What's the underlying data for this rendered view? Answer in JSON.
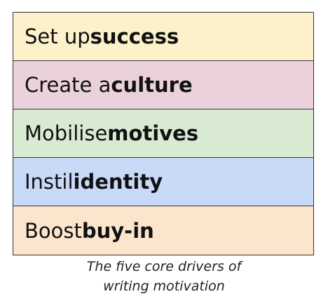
{
  "drivers": [
    {
      "prefix": "Set up ",
      "emphasis": "success",
      "color": "#fdf1cc"
    },
    {
      "prefix": "Create a ",
      "emphasis": "culture",
      "color": "#ead1dc"
    },
    {
      "prefix": "Mobilise ",
      "emphasis": "motives",
      "color": "#d9ead3"
    },
    {
      "prefix": "Instil ",
      "emphasis": "identity",
      "color": "#c9daf8"
    },
    {
      "prefix": "Boost ",
      "emphasis": "buy-in",
      "color": "#fce5cd"
    }
  ],
  "caption": {
    "line1": "The five core drivers of",
    "line2": "writing motivation"
  }
}
